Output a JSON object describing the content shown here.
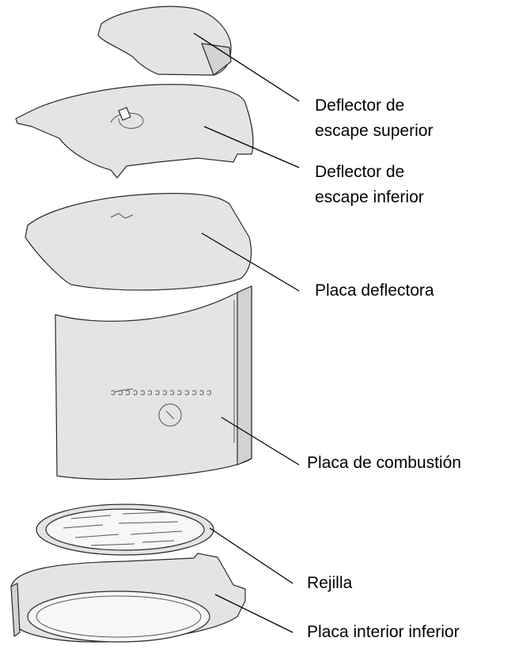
{
  "labels": {
    "upper_exhaust_deflector": "Deflector de\nescape superior",
    "lower_exhaust_deflector": "Deflector de\nescape inferior",
    "deflector_plate": "Placa deflectora",
    "combustion_plate": "Placa de combustión",
    "grate": "Rejilla",
    "lower_inner_plate": "Placa interior inferior"
  }
}
